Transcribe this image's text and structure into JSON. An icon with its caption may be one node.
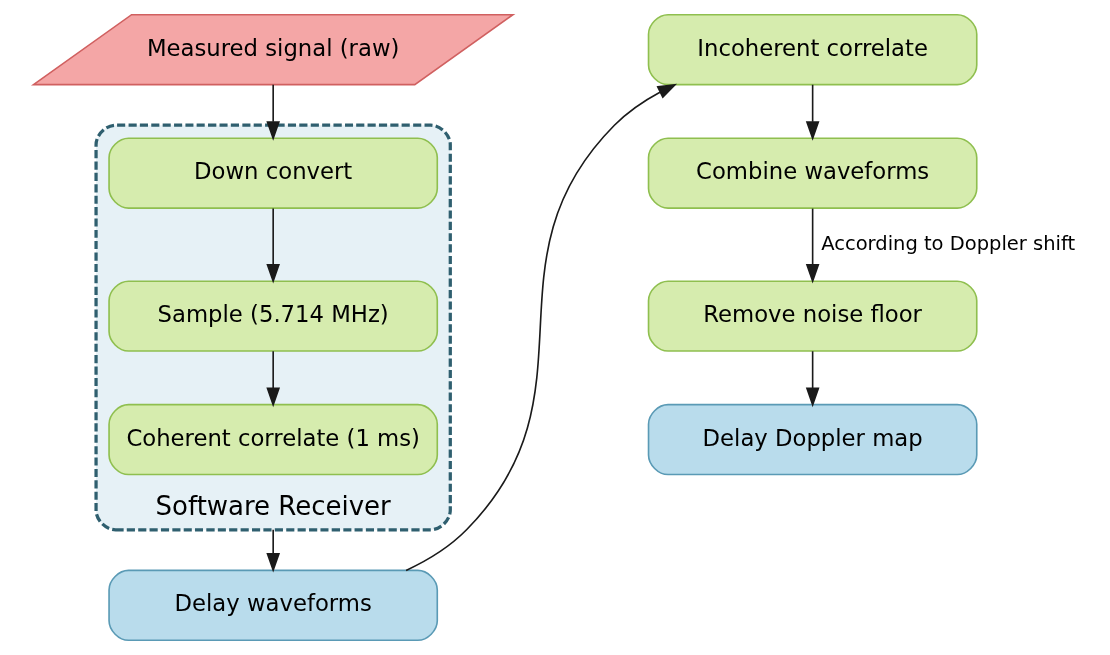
{
  "diagram": {
    "nodes": [
      {
        "text": [
          "Measured signal (raw)"
        ]
      },
      {
        "text": [
          "Software Receiver"
        ]
      },
      {
        "text": [
          "Down convert"
        ],
        "in": 1
      },
      {
        "text": [
          "Sample (5.714 MHz)"
        ],
        "in": 1
      },
      {
        "text": [
          "Coherent correlate (1 ms)"
        ],
        "in": 1
      },
      {
        "text": [
          "Delay waveforms"
        ]
      },
      {
        "text": [
          "Incoherent correlate"
        ]
      },
      {
        "text": [
          "Combine waveforms"
        ]
      },
      {
        "text": [
          "Remove noise floor"
        ]
      },
      {
        "text": [
          "Delay Doppler map"
        ]
      }
    ],
    "edges": [
      {
        "from": 0,
        "to": 2,
        "arrow": "to"
      },
      {
        "from": 2,
        "to": 3,
        "arrow": "to"
      },
      {
        "from": 3,
        "to": 4,
        "arrow": "to"
      },
      {
        "from": 1,
        "to": 5,
        "arrow": "to"
      },
      {
        "from": 5,
        "to": 6,
        "arrow": "to"
      },
      {
        "from": 6,
        "to": 7,
        "arrow": "to"
      },
      {
        "from": 7,
        "to": 8,
        "arrow": "to",
        "label": "According to Doppler shift"
      },
      {
        "from": 8,
        "to": 9,
        "arrow": "to"
      }
    ]
  }
}
